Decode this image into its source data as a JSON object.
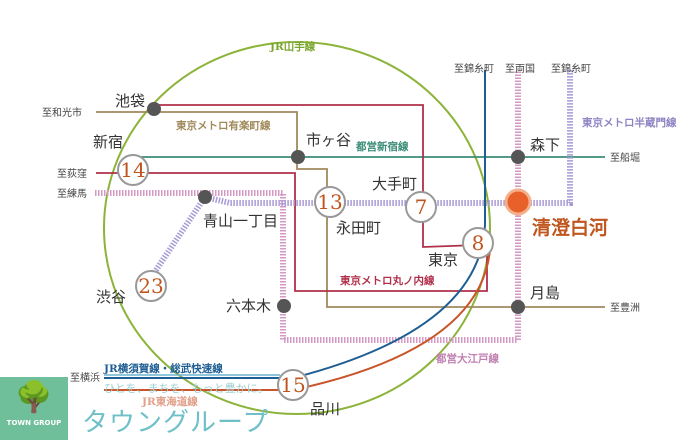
{
  "lines": {
    "yamanote": "JR山手線",
    "yurakucho": "東京メトロ有楽町線",
    "shinjuku": "都営新宿線",
    "hanzomon": "東京メトロ半蔵門線",
    "marunouchi": "東京メトロ丸ノ内線",
    "oedo": "都営大江戸線",
    "yokosuka": "JR横須賀線・総武快速線",
    "tokaido": "JR東海道線"
  },
  "stations": {
    "ikebukuro": "池袋",
    "shinjuku": "新宿",
    "ichigaya": "市ヶ谷",
    "aoyama": "青山一丁目",
    "nagatacho": "永田町",
    "otemachi": "大手町",
    "tokyo": "東京",
    "shibuya": "渋谷",
    "roppongi": "六本木",
    "shinagawa": "品川",
    "morishita": "森下",
    "kiyosumi": "清澄白河",
    "tsukishima": "月島"
  },
  "minutes": {
    "shinjuku": "14",
    "nagatacho": "13",
    "otemachi": "7",
    "tokyo": "8",
    "shibuya": "23",
    "shinagawa": "15"
  },
  "directions": {
    "wakoshi": "至和光市",
    "ogikubo": "至荻窪",
    "nerima": "至練馬",
    "yokohama": "至横浜",
    "kinshicho1": "至錦糸町",
    "ryogoku": "至両国",
    "kinshicho2": "至錦糸町",
    "funabori": "至船堀",
    "toyosu": "至豊洲"
  },
  "brand": {
    "logo": "TOWN GROUP",
    "name": "タウングループ",
    "tagline": "ひとを、まちを、もっと豊かに。"
  },
  "colors": {
    "yamanote": "#8cb33a",
    "yurakucho": "#a08a5c",
    "shinjuku": "#3b8c78",
    "marunouchi": "#b0304a",
    "hanzomon": "#a89ad6",
    "oedo": "#d49ac4",
    "blue": "#1f5e93",
    "orange": "#c9552a",
    "target": "#e8602a"
  }
}
